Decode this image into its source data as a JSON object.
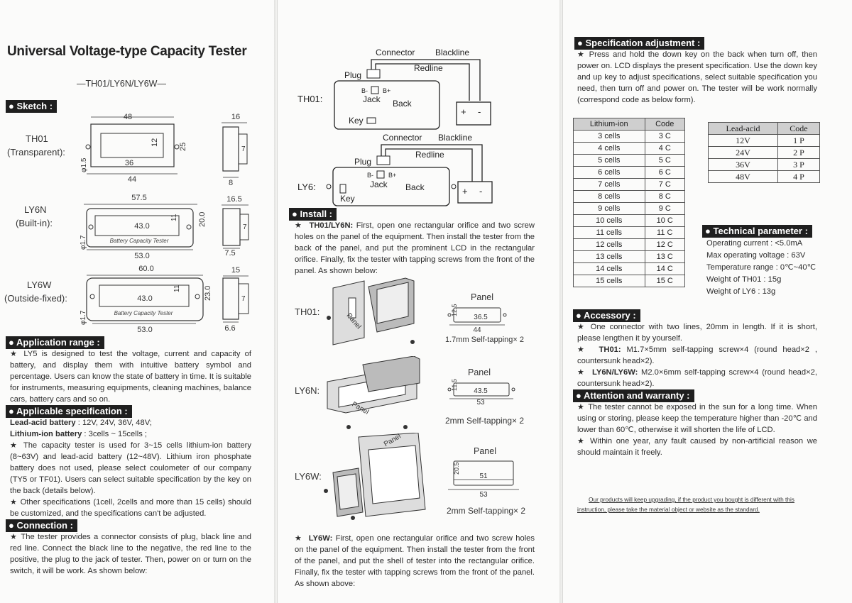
{
  "title": "Universal Voltage-type Capacity Tester",
  "models_line": "—TH01/LY6N/LY6W—",
  "sketch": {
    "header": "Sketch :",
    "th01": {
      "name": "TH01",
      "sub": "(Transparent):",
      "w": "48",
      "inner": "36",
      "h": "25",
      "ih": "12",
      "bottom": "44",
      "hole": "φ1.5",
      "side_w": "16",
      "side_d": "7",
      "side_b": "8"
    },
    "ly6n": {
      "name": "LY6N",
      "sub": "(Built-in):",
      "w": "57.5",
      "inner": "43.0",
      "h": "20.0",
      "ih": "11",
      "bottom": "53.0",
      "hole": "φ1.7",
      "side_w": "16.5",
      "side_d": "7",
      "side_b": "7.5",
      "screen_text": "Battery Capacity Tester"
    },
    "ly6w": {
      "name": "LY6W",
      "sub": "(Outside-fixed):",
      "w": "60.0",
      "inner": "43.0",
      "h": "23.0",
      "ih": "11",
      "bottom": "53.0",
      "hole": "φ1.7",
      "side_w": "15",
      "side_d": "7",
      "side_b": "6.6",
      "screen_text": "Battery Capacity Tester"
    }
  },
  "application": {
    "header": "Application range :",
    "text": "★  LY5 is designed to test the voltage, current and capacity of battery, and display them with intuitive battery symbol and percentage. Users can know the state of battery in time. It is suitable for instruments, measuring equipments, cleaning machines, balance cars, battery cars and so on."
  },
  "applicable": {
    "header": "Applicable specification :",
    "lead_label": "Lead-acid battery",
    "lead_value": " : 12V, 24V, 36V, 48V;",
    "li_label": "Lithium-ion battery",
    "li_value": " : 3cells ~ 15cells ;",
    "text1": "★  The capacity tester is used for 3~15 cells lithium-ion battery (8~63V) and lead-acid battery (12~48V). Lithium iron phosphate battery does not used, please select coulometer of our company (TY5 or TF01). Users can select suitable specification by the key on the back (details below).",
    "text2": "★  Other specifications (1cell, 2cells and more than 15 cells) should be customized, and the specifications can't be adjusted."
  },
  "connection": {
    "header": "Connection :",
    "text": "★  The tester provides a connector consists of plug, black line and red line. Connect the black line to the negative, the red line to the positive, the plug to the jack of tester. Then, power on or turn on the switch, it will be work. As shown below:"
  },
  "wiring": {
    "connector": "Connector",
    "blackline": "Blackline",
    "redline": "Redline",
    "plug": "Plug",
    "jack": "Jack",
    "back": "Back",
    "key": "Key",
    "bminus": "B-",
    "bplus": "B+",
    "plus": "+",
    "minus": "-",
    "th01": "TH01:",
    "ly6": "LY6:"
  },
  "install": {
    "header": "Install :",
    "th01_label": "TH01/LY6N:",
    "th01_text": " First, open one rectangular orifice and two screw holes on the panel of the equipment. Then install the tester from the back of the panel, and put the prominent LCD in the rectangular orifice. Finally, fix the tester with tapping screws from the front of the panel. As shown below:",
    "rows": [
      {
        "model": "TH01:",
        "panel": "Panel",
        "h": "12.5",
        "inner": "36.5",
        "outer": "44",
        "screw": "1.7mm Self-tapping× 2"
      },
      {
        "model": "LY6N:",
        "panel": "Panel",
        "h": "11.5",
        "inner": "43.5",
        "outer": "53",
        "screw": "2mm Self-tapping× 2"
      },
      {
        "model": "LY6W:",
        "panel": "Panel",
        "h": "20.5",
        "inner": "51",
        "outer": "53",
        "screw": "2mm Self-tapping× 2"
      }
    ],
    "panel_word": "Panel",
    "ly6w_label": "LY6W:",
    "ly6w_text": " First, open one rectangular orifice and two screw holes on the panel of the equipment. Then install the tester from the front of the panel, and put the shell of tester into the rectangular orifice. Finally, fix the tester with tapping screws from the front of the panel. As shown above:"
  },
  "spec_adjust": {
    "header": "Specification adjustment :",
    "text": "★  Press and hold the down key on the back when turn off, then power on. LCD displays the present specification. Use the down key and up key to adjust specifications, select suitable specification you need, then turn off and power on. The tester will be work normally (correspond code as below form).",
    "li_headers": [
      "Lithium-ion",
      "Code"
    ],
    "li_rows": [
      [
        "3 cells",
        "3 C"
      ],
      [
        "4 cells",
        "4 C"
      ],
      [
        "5 cells",
        "5 C"
      ],
      [
        "6 cells",
        "6 C"
      ],
      [
        "7 cells",
        "7 C"
      ],
      [
        "8 cells",
        "8 C"
      ],
      [
        "9 cells",
        "9 C"
      ],
      [
        "10 cells",
        "10 C"
      ],
      [
        "11 cells",
        "11 C"
      ],
      [
        "12 cells",
        "12 C"
      ],
      [
        "13 cells",
        "13 C"
      ],
      [
        "14 cells",
        "14 C"
      ],
      [
        "15 cells",
        "15 C"
      ]
    ],
    "lead_headers": [
      "Lead-acid",
      "Code"
    ],
    "lead_rows": [
      [
        "12V",
        "1 P"
      ],
      [
        "24V",
        "2 P"
      ],
      [
        "36V",
        "3 P"
      ],
      [
        "48V",
        "4 P"
      ]
    ]
  },
  "technical": {
    "header": "Technical parameter :",
    "lines": [
      "Operating current : <5.0mA",
      "Max operating voltage : 63V",
      "Temperature range : 0℃~40℃",
      "Weight of TH01 :  15g",
      "Weight of LY6 :  13g"
    ]
  },
  "accessory": {
    "header": "Accessory :",
    "line1": "★  One connector with two lines, 20mm in length. If it is short, please lengthen it by yourself.",
    "th01_label": "TH01:",
    "th01_text": " M1.7×5mm self-tapping screw×4 (round head×2 , countersunk head×2).",
    "ly_label": "LY6N/LY6W:",
    "ly_text": " M2.0×6mm self-tapping screw×4 (round head×2, countersunk head×2)."
  },
  "attention": {
    "header": "Attention and warranty :",
    "text1": "★  The tester cannot be exposed in the sun for a long time. When using or storing, please keep the temperature higher than -20℃ and lower than 60℃, otherwise it will shorten the life of LCD.",
    "text2": "★  Within one year, any fault caused by non-artificial reason we should maintain it freely."
  },
  "footer": {
    "line1": "Our products will keep upgrading, if the product you bought is different with this",
    "line2": "instruction, please take the material object or website as the standard."
  }
}
